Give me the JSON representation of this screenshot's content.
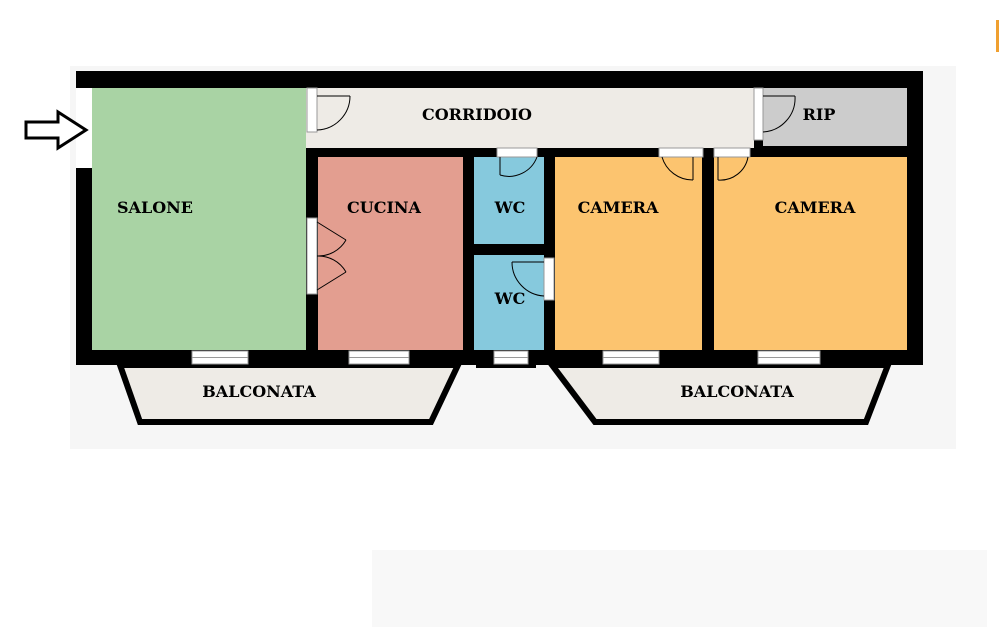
{
  "rooms": {
    "salone": "SALONE",
    "corridoio": "CORRIDOIO",
    "rip": "RIP",
    "cucina": "CUCINA",
    "wc_top": "WC",
    "wc_bottom": "WC",
    "camera_1": "CAMERA",
    "camera_2": "CAMERA",
    "balconata_left": "BALCONATA",
    "balconata_right": "BALCONATA"
  },
  "colors": {
    "salone": "#a9d3a4",
    "corridoio": "#eeebe6",
    "rip": "#cccccc",
    "cucina": "#e39e90",
    "wc": "#86c9dd",
    "camera": "#fcc46f",
    "balconata": "#eeebe6",
    "wall": "#000000"
  },
  "entrance_icon": "arrow-right-icon"
}
